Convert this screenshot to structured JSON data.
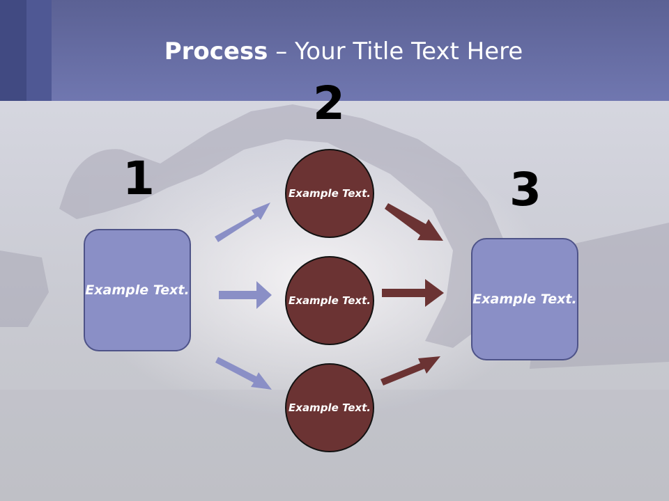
{
  "title": {
    "bold": "Process",
    "rest": " – Your Title Text Here"
  },
  "numbers": [
    "1",
    "2",
    "3"
  ],
  "left_box": {
    "label": "Example Text."
  },
  "circles": [
    {
      "label": "Example Text."
    },
    {
      "label": "Example Text."
    },
    {
      "label": "Example Text."
    }
  ],
  "right_box": {
    "label": "Example Text."
  },
  "colors": {
    "header": "#7077b0",
    "box_fill": "#8a8fc6",
    "circle_fill": "#6b3333",
    "blue_arrow": "#8a8fc6",
    "red_arrow": "#6b3333"
  }
}
